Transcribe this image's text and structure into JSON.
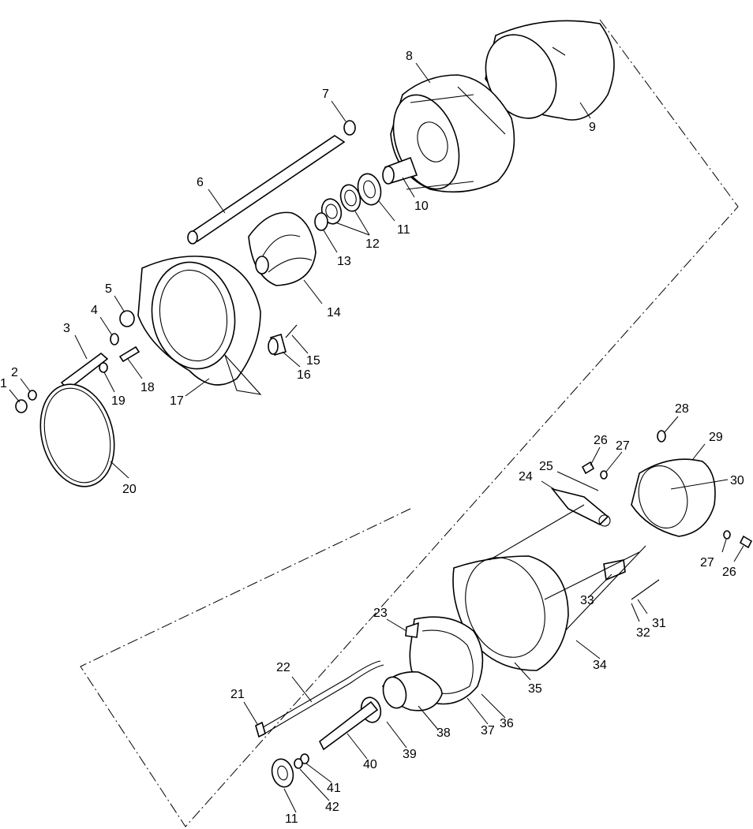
{
  "colors": {
    "ink": "#000000",
    "paper": "#ffffff"
  },
  "callouts": [
    {
      "id": "c1",
      "label": "1"
    },
    {
      "id": "c2",
      "label": "2"
    },
    {
      "id": "c3",
      "label": "3"
    },
    {
      "id": "c4",
      "label": "4"
    },
    {
      "id": "c5",
      "label": "5"
    },
    {
      "id": "c6",
      "label": "6"
    },
    {
      "id": "c7",
      "label": "7"
    },
    {
      "id": "c8",
      "label": "8"
    },
    {
      "id": "c9",
      "label": "9"
    },
    {
      "id": "c10",
      "label": "10"
    },
    {
      "id": "c11a",
      "label": "11"
    },
    {
      "id": "c12",
      "label": "12"
    },
    {
      "id": "c13",
      "label": "13"
    },
    {
      "id": "c14",
      "label": "14"
    },
    {
      "id": "c15",
      "label": "15"
    },
    {
      "id": "c16",
      "label": "16"
    },
    {
      "id": "c17",
      "label": "17"
    },
    {
      "id": "c18",
      "label": "18"
    },
    {
      "id": "c19",
      "label": "19"
    },
    {
      "id": "c20",
      "label": "20"
    },
    {
      "id": "c21",
      "label": "21"
    },
    {
      "id": "c22",
      "label": "22"
    },
    {
      "id": "c23",
      "label": "23"
    },
    {
      "id": "c24",
      "label": "24"
    },
    {
      "id": "c25",
      "label": "25"
    },
    {
      "id": "c26a",
      "label": "26"
    },
    {
      "id": "c27a",
      "label": "27"
    },
    {
      "id": "c28",
      "label": "28"
    },
    {
      "id": "c29",
      "label": "29"
    },
    {
      "id": "c30",
      "label": "30"
    },
    {
      "id": "c27b",
      "label": "27"
    },
    {
      "id": "c26b",
      "label": "26"
    },
    {
      "id": "c31",
      "label": "31"
    },
    {
      "id": "c32",
      "label": "32"
    },
    {
      "id": "c33",
      "label": "33"
    },
    {
      "id": "c34",
      "label": "34"
    },
    {
      "id": "c35",
      "label": "35"
    },
    {
      "id": "c36",
      "label": "36"
    },
    {
      "id": "c37",
      "label": "37"
    },
    {
      "id": "c38",
      "label": "38"
    },
    {
      "id": "c39",
      "label": "39"
    },
    {
      "id": "c40",
      "label": "40"
    },
    {
      "id": "c41",
      "label": "41"
    },
    {
      "id": "c42",
      "label": "42"
    },
    {
      "id": "c11b",
      "label": "11"
    }
  ]
}
